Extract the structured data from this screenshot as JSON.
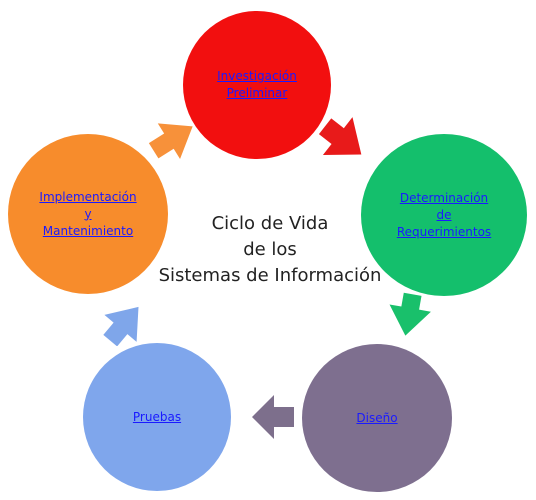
{
  "center_title": {
    "line1": "Ciclo de Vida",
    "line2": "de los",
    "line3": "Sistemas de Información"
  },
  "nodes": [
    {
      "id": "investigacion",
      "lines": [
        "Investigación",
        "Preliminar"
      ],
      "color": "#f20f0f"
    },
    {
      "id": "determinacion",
      "lines": [
        "Determinación",
        "de",
        "Requerimientos"
      ],
      "color": "#14bf6c"
    },
    {
      "id": "diseno",
      "lines": [
        "Diseño"
      ],
      "color": "#7e6f8f"
    },
    {
      "id": "pruebas",
      "lines": [
        "Pruebas"
      ],
      "color": "#7fa6ec"
    },
    {
      "id": "implementacion",
      "lines": [
        "Implementación",
        "y",
        "Mantenimiento"
      ],
      "color": "#f78c2c"
    }
  ],
  "arrows": [
    {
      "from": "investigacion",
      "to": "determinacion",
      "color": "#e81a1a"
    },
    {
      "from": "determinacion",
      "to": "diseno",
      "color": "#19c06b"
    },
    {
      "from": "diseno",
      "to": "pruebas",
      "color": "#7d6f8c"
    },
    {
      "from": "pruebas",
      "to": "implementacion",
      "color": "#7fa6ea"
    },
    {
      "from": "implementacion",
      "to": "investigacion",
      "color": "#f7913a"
    }
  ],
  "link_color": "#1a1aff"
}
